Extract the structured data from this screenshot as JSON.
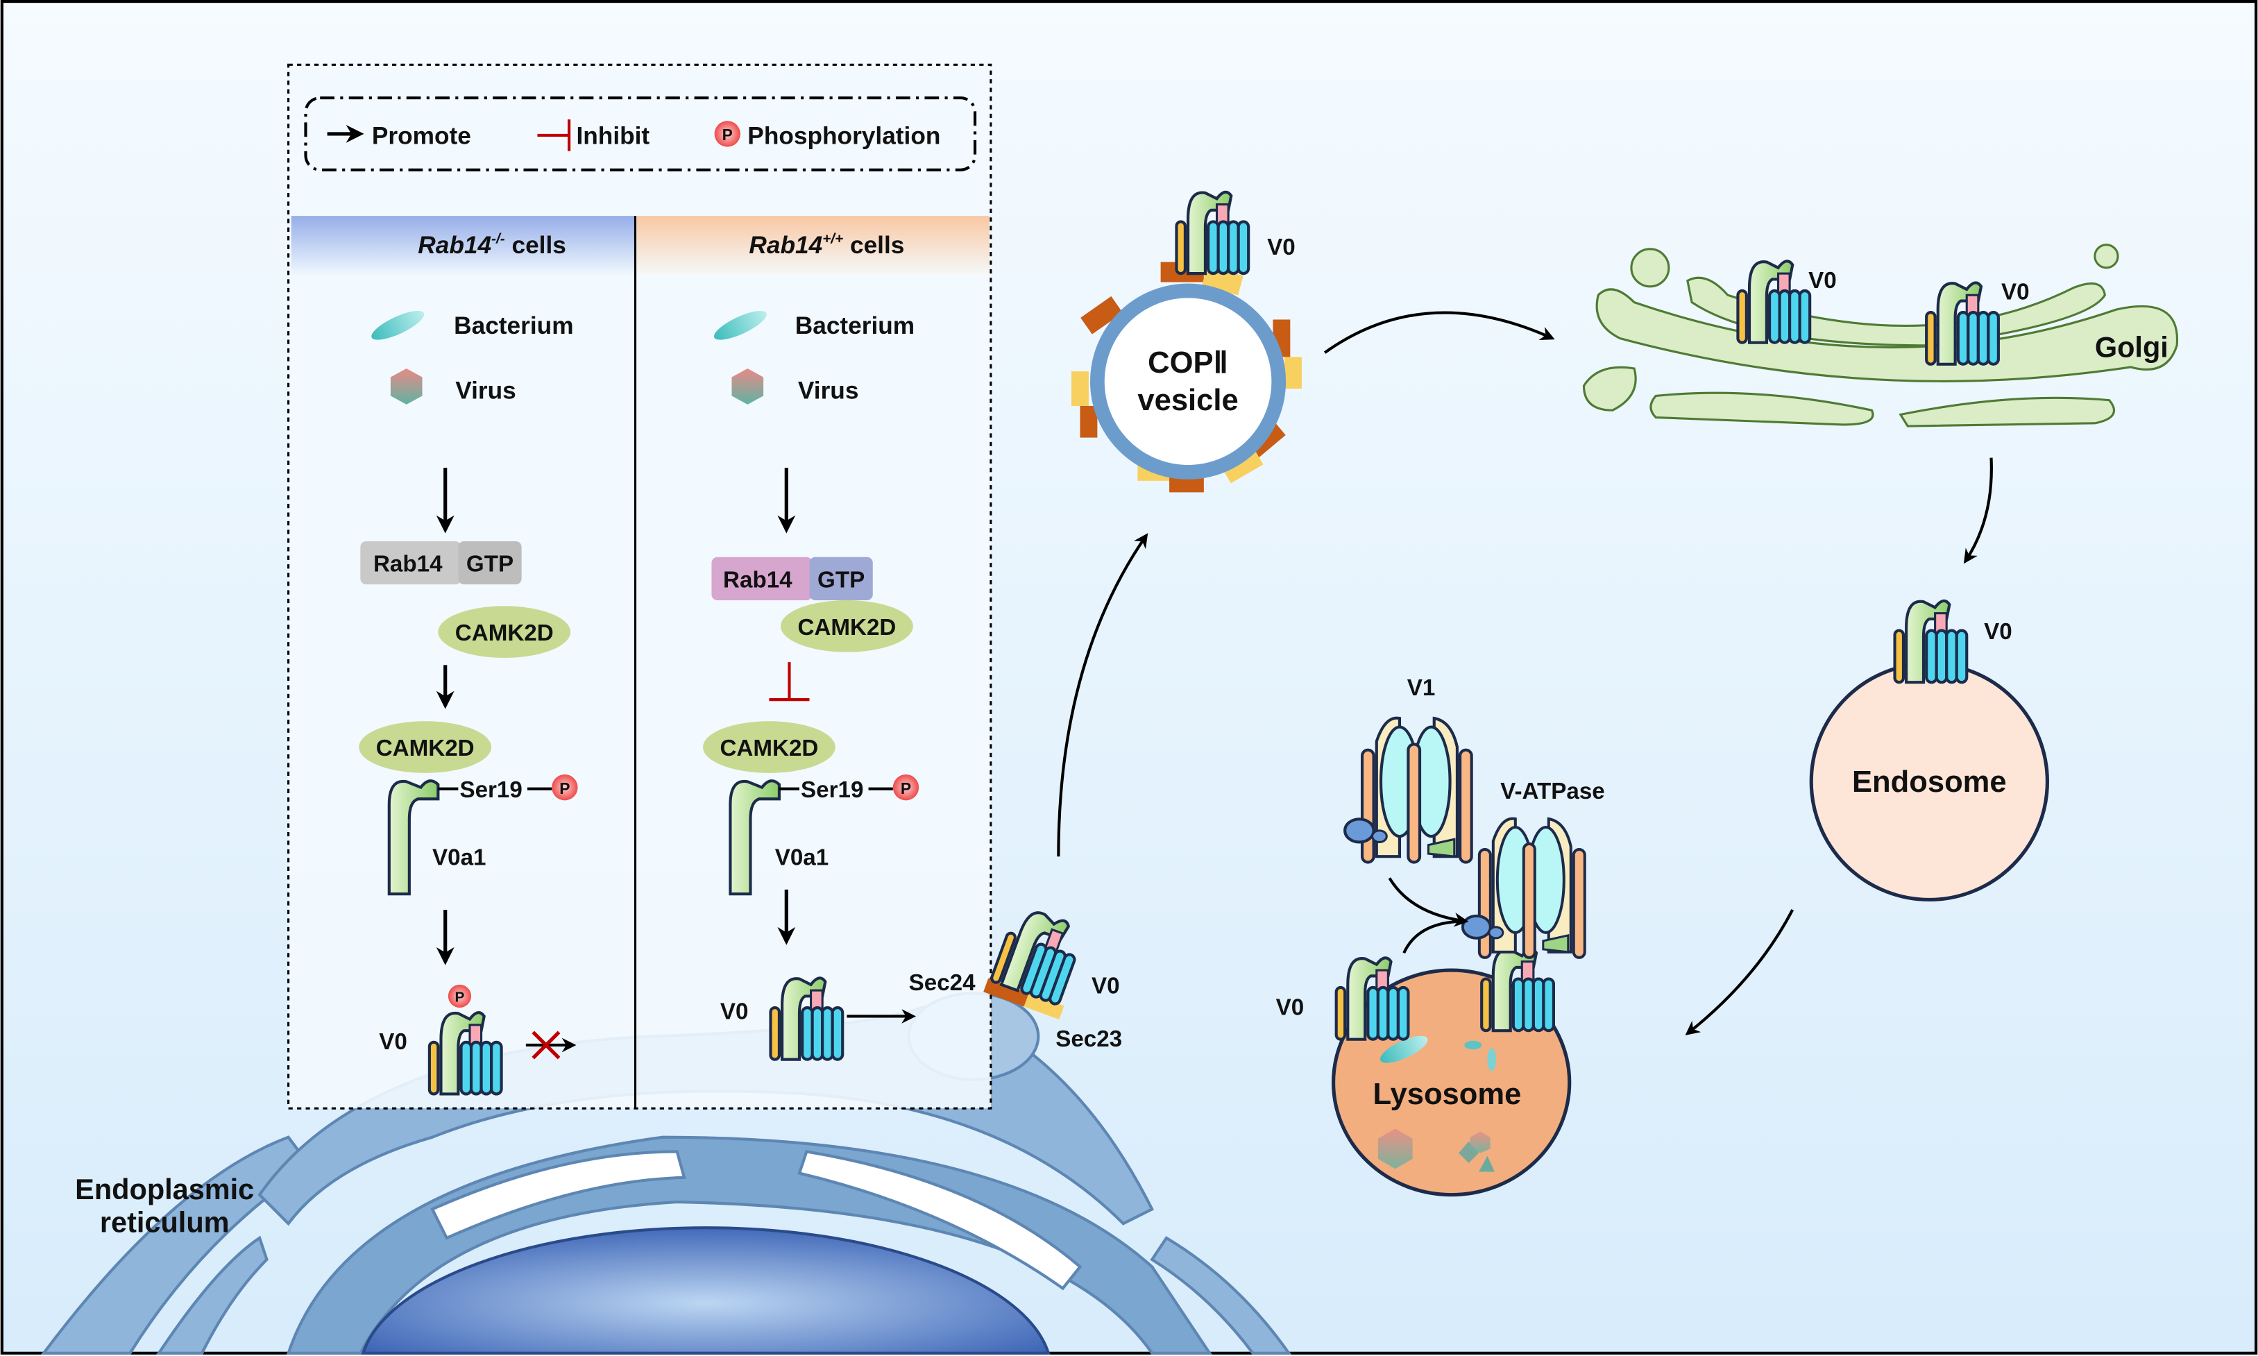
{
  "legend": {
    "promote": "Promote",
    "inhibit": "Inhibit",
    "phospho_symbol": "P",
    "phosphorylation": "Phosphorylation"
  },
  "left_panel": {
    "header_gene": "Rab14",
    "header_sup": "-/-",
    "header_suffix": " cells",
    "bacterium": "Bacterium",
    "virus": "Virus",
    "rab14": "Rab14",
    "gtp": "GTP",
    "camk2d_free": "CAMK2D",
    "camk2d_bound": "CAMK2D",
    "ser19": "Ser19",
    "p": "P",
    "v0a1": "V0a1",
    "v0": "V0",
    "v0_p": "P"
  },
  "right_panel": {
    "header_gene": "Rab14",
    "header_sup": "+/+",
    "header_suffix": " cells",
    "bacterium": "Bacterium",
    "virus": "Virus",
    "rab14": "Rab14",
    "gtp": "GTP",
    "camk2d_complex": "CAMK2D",
    "camk2d_bound": "CAMK2D",
    "ser19": "Ser19",
    "p": "P",
    "v0a1": "V0a1",
    "v0": "V0"
  },
  "er": {
    "label_line1": "Endoplasmic",
    "label_line2": "reticulum",
    "sec24": "Sec24",
    "sec23": "Sec23",
    "v0": "V0"
  },
  "copii": {
    "line1": "COPⅡ",
    "line2": "vesicle",
    "v0": "V0"
  },
  "golgi": {
    "label": "Golgi",
    "v0_a": "V0",
    "v0_b": "V0"
  },
  "endosome": {
    "label": "Endosome",
    "v0": "V0"
  },
  "lysosome": {
    "label": "Lysosome",
    "v1": "V1",
    "v_atpase": "V-ATPase",
    "v0": "V0"
  },
  "colors": {
    "background": "#e6f4fd",
    "inhibit": "#c00000",
    "phospho": "#f26b6b",
    "er_blue": "#7aa6cf",
    "nucleus": "#3a63b8",
    "golgi_green": "#cfe6b8",
    "endosome": "#fde6d8",
    "lysosome": "#f2ae7f",
    "copii_ring": "#6c9ccc"
  }
}
